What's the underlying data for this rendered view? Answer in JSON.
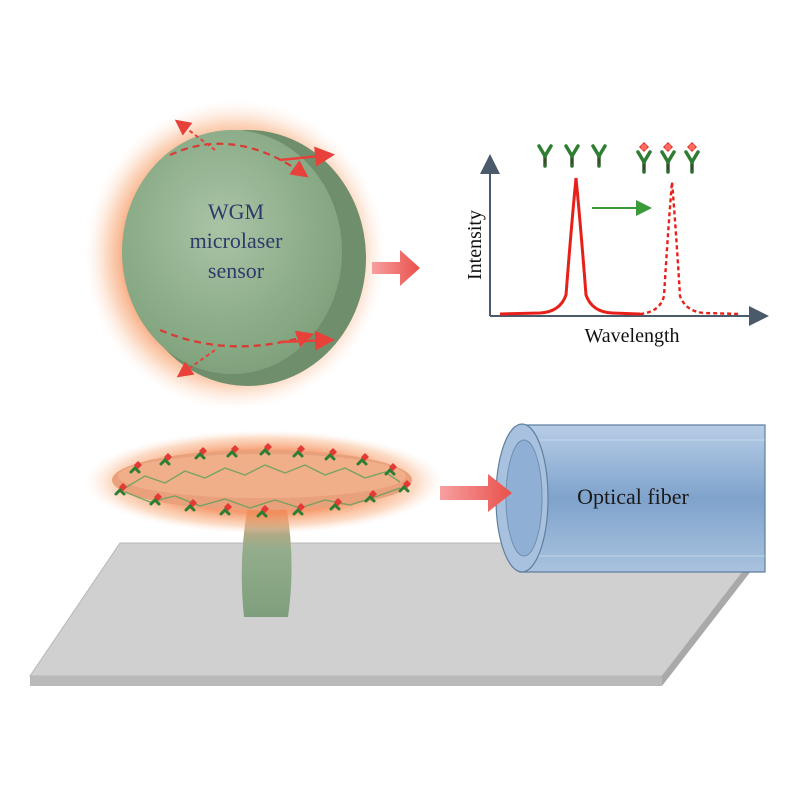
{
  "sensor_label": {
    "line1": "WGM",
    "line2": "microlaser",
    "line3": "sensor"
  },
  "spectrum": {
    "ylabel": "Intensity",
    "xlabel": "Wavelength"
  },
  "fiber_label": "Optical fiber",
  "colors": {
    "disk_green": "#8fae8c",
    "glow_orange": "#f6a06a",
    "laser_red": "#e8413a",
    "fiber_blue": "#8fb0d4",
    "substrate_gray": "#cfcfcf",
    "antibody_green": "#2e7d32",
    "antigen_red": "#e53935",
    "shift_arrow": "#3a9a3a",
    "text_navy": "#2d3a6b"
  }
}
